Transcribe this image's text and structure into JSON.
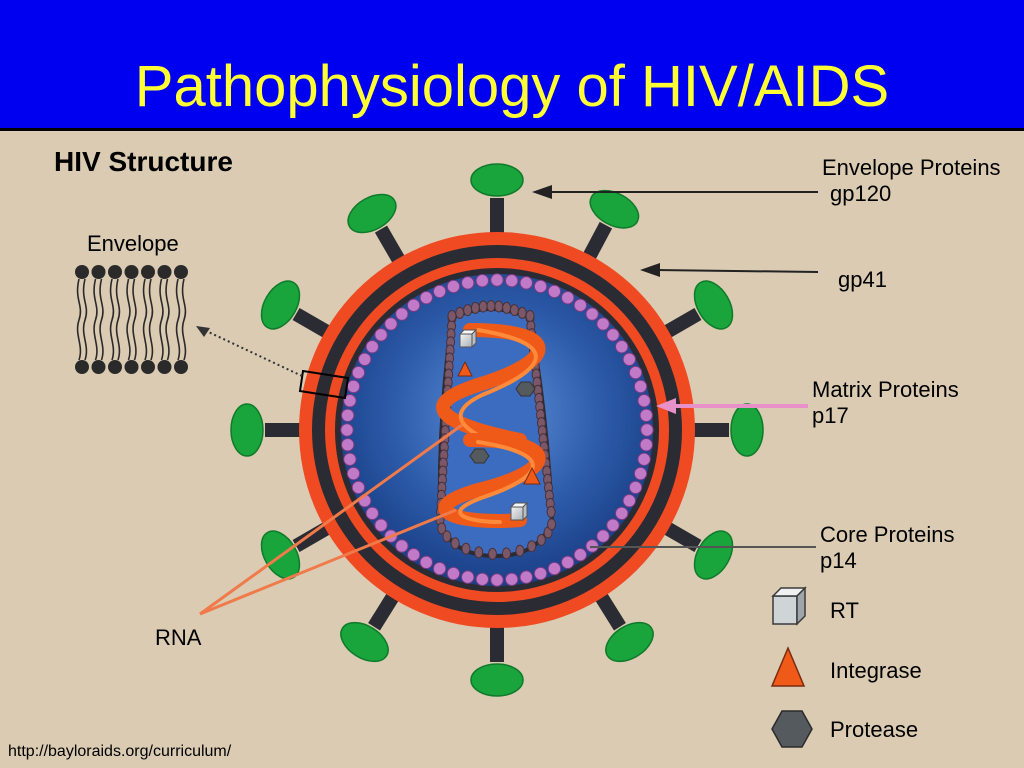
{
  "slide": {
    "title": "Pathophysiology of HIV/AIDS",
    "subtitle": "HIV Structure",
    "source_url": "http://bayloraids.org/curriculum/"
  },
  "labels": {
    "envelope": "Envelope",
    "envelope_proteins": "Envelope Proteins",
    "gp120": "gp120",
    "gp41": "gp41",
    "matrix_proteins": "Matrix Proteins",
    "p17": "p17",
    "core_proteins": "Core Proteins",
    "p14": "p14",
    "rna": "RNA"
  },
  "legend": [
    {
      "label": "RT",
      "icon": "cube-icon"
    },
    {
      "label": "Integrase",
      "icon": "triangle-icon"
    },
    {
      "label": "Protease",
      "icon": "hexagon-icon"
    }
  ],
  "colors": {
    "title_bar": "#0000f0",
    "title_text": "#ffff33",
    "background": "#dacbb2",
    "outer_membrane": "#f04a22",
    "envelope_ring": "#2b2b33",
    "capsid_blue": "#2a5aa8",
    "matrix_beads": "#c07ac8",
    "glycoprotein_green": "#19a53c",
    "rna_orange": "#f05a18",
    "core_beads": "#7a5868",
    "pointer_orange": "#f07a4a",
    "pointer_pink": "#e890c8"
  }
}
